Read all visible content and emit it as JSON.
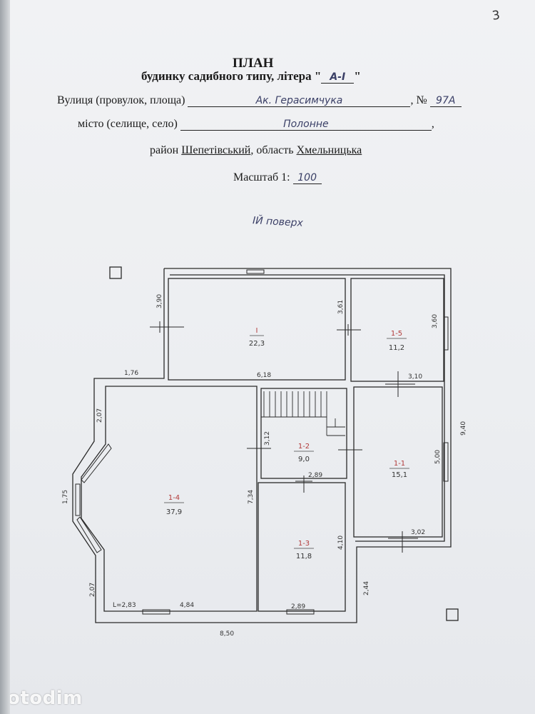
{
  "page_number": "3",
  "header": {
    "title": "ПЛАН",
    "subtitle_prefix": "будинку садибного типу, літера \"",
    "litera": "А-І",
    "subtitle_suffix": "\""
  },
  "address": {
    "street_label": "Вулиця (провулок, площа)",
    "street_value": "Ак. Герасимчука",
    "number_label": ", №",
    "number_value": "97А",
    "city_label": "місто (селище, село)",
    "city_value": "Полонне",
    "district_label": "район",
    "district_value": "Шепетівський",
    "region_sep": ", область",
    "region_value": "Хмельницька"
  },
  "scale": {
    "label": "Масштаб 1:",
    "value": "100"
  },
  "floor_note": "ІЙ поверх",
  "rooms": [
    {
      "id": "І",
      "area": "22,3"
    },
    {
      "id": "1-5",
      "area": "11,2"
    },
    {
      "id": "1-2",
      "area": "9,0"
    },
    {
      "id": "1-1",
      "area": "15,1"
    },
    {
      "id": "1-4",
      "area": "37,9"
    },
    {
      "id": "1-3",
      "area": "11,8"
    }
  ],
  "dimensions": {
    "d390": "3,90",
    "d361": "3,61",
    "d360": "3,60",
    "d176": "1,76",
    "d618": "6,18",
    "d310": "3,10",
    "d940": "9,40",
    "d207a": "2,07",
    "d175": "1,75",
    "d312": "3,12",
    "d734": "7,34",
    "d289a": "2,89",
    "d500": "5,00",
    "d410": "4,10",
    "d302": "3,02",
    "d207b": "2,07",
    "d244": "2,44",
    "d283": "L=2,83",
    "d484": "4,84",
    "d289b": "2,89",
    "d850": "8,50"
  },
  "watermark": "otodim"
}
